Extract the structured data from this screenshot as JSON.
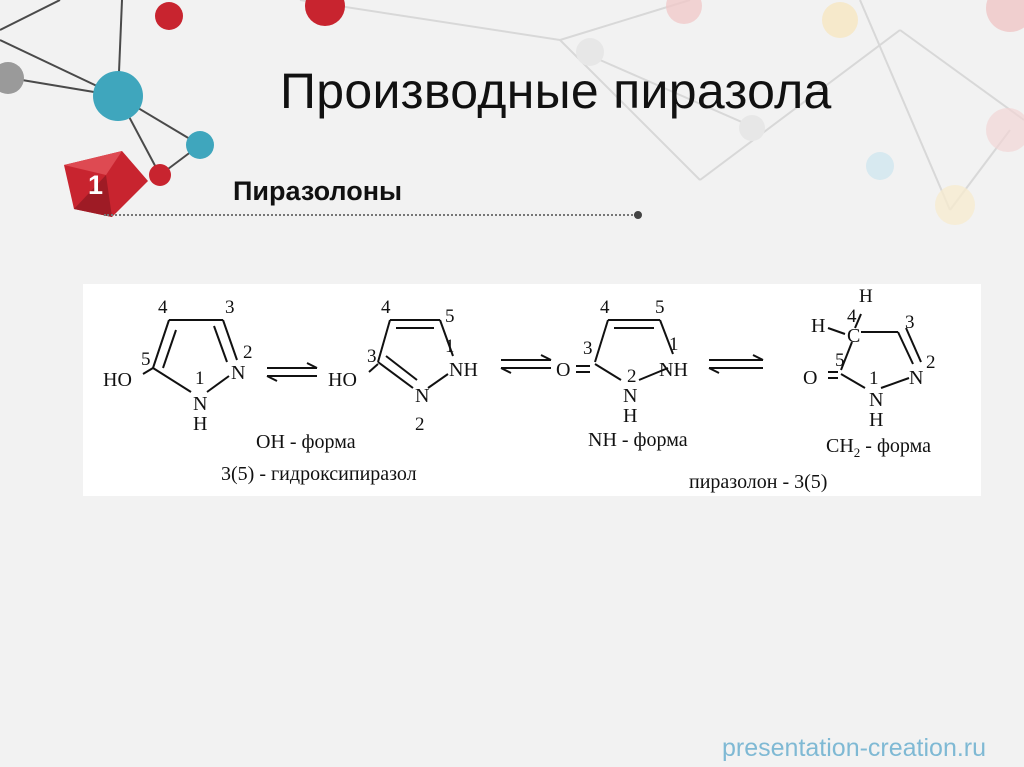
{
  "slide": {
    "title": "Производные пиразола",
    "section_number": "1",
    "subtitle": "Пиразолоны",
    "footer": "presentation-creation.ru",
    "colors": {
      "accent_red": "#c8242f",
      "accent_teal": "#3fa6bd",
      "footer": "#7fb9d4"
    }
  },
  "figure": {
    "oh_form": {
      "oh": "HO",
      "n_ring": "N",
      "nh_n": "N",
      "nh_h": "H",
      "num_1": "1",
      "num_2": "2",
      "num_3": "3",
      "num_4": "4",
      "num_5": "5"
    },
    "oh_form_b": {
      "oh": "HO",
      "nh": "NH",
      "n_ring": "N",
      "num_1": "1",
      "num_2": "2",
      "num_3": "3",
      "num_4": "4",
      "num_5": "5"
    },
    "oh_form_caption": "OH - форма",
    "oh_form_name": "3(5) - гидроксипиразол",
    "nh_form": {
      "o": "O",
      "n": "N",
      "h": "H",
      "nh": "NH",
      "num_1": "1",
      "num_2": "2",
      "num_3": "3",
      "num_4": "4",
      "num_5": "5"
    },
    "nh_form_caption": "NH - форма",
    "ch2_form": {
      "h_top": "H",
      "h_left": "H",
      "c": "C",
      "o": "O",
      "n_ring": "N",
      "nh_n": "N",
      "nh_h": "H",
      "num_1": "1",
      "num_2": "2",
      "num_3": "3",
      "num_4": "4",
      "num_5": "5"
    },
    "ch2_caption_ch": "CH",
    "ch2_caption_sub": "2",
    "ch2_caption_rest": " - форма",
    "pyrazolone_name": "пиразолон - 3(5)"
  }
}
